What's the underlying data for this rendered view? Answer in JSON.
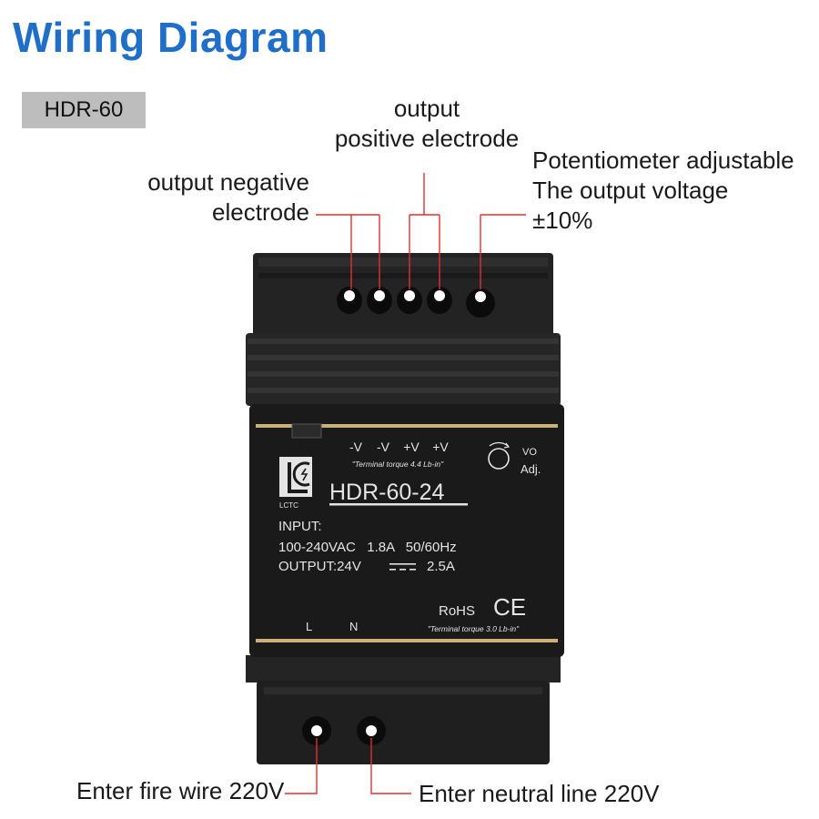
{
  "title": "Wiring Diagram",
  "model_tag": "HDR-60",
  "callouts": {
    "output_negative": "output negative\nelectrode",
    "output_positive": "output\npositive electrode",
    "potentiometer": "Potentiometer adjustable\nThe output voltage\n±10%",
    "fire_wire": "Enter fire wire 220V",
    "neutral_line": "Enter neutral line 220V"
  },
  "panel": {
    "terminal_labels": [
      "-V",
      "-V",
      "+V",
      "+V"
    ],
    "vo_adj_line1": "VO",
    "vo_adj_line2": "Adj.",
    "top_torque": "\"Terminal torque 4.4 Lb-in\"",
    "brand": "LCTC",
    "model": "HDR-60-24",
    "input_label": "INPUT:",
    "input_spec": "100-240VAC   1.8A   50/60Hz",
    "output_spec": "OUTPUT:24V",
    "output_current": "2.5A",
    "rohs": "RoHS",
    "ce": "CE",
    "input_L": "L",
    "input_N": "N",
    "bottom_torque": "\"Terminal torque 3.0 Lb-in\""
  },
  "colors": {
    "title_blue": "#1f6fc8",
    "leader_red": "#e03030",
    "panel_gold": "#c9b27a",
    "panel_face": "#1c1c1c",
    "housing": "#222222"
  }
}
